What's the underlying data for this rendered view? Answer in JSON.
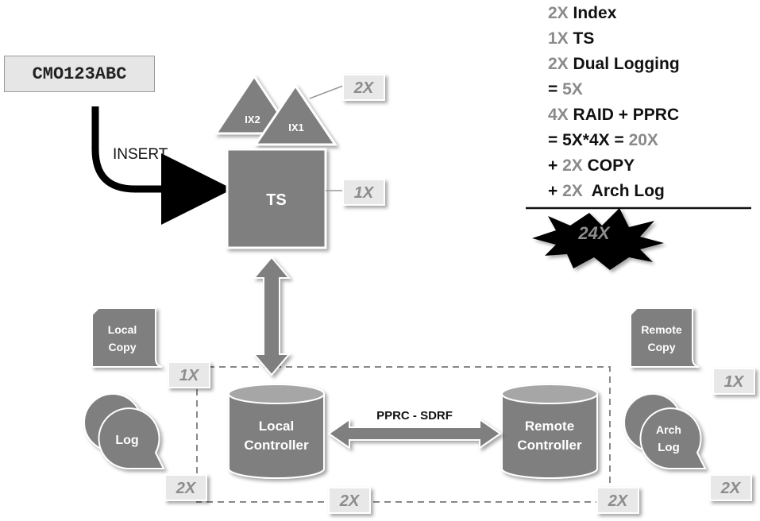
{
  "key_box": {
    "text": "CMO123ABC"
  },
  "insert_label": "INSERT",
  "nodes": {
    "ix1": "IX1",
    "ix2": "IX2",
    "ts": "TS",
    "local_controller": [
      "Local",
      "Controller"
    ],
    "remote_controller": [
      "Remote",
      "Controller"
    ],
    "local_copy": [
      "Local",
      "Copy"
    ],
    "remote_copy": [
      "Remote",
      "Copy"
    ],
    "log": "Log",
    "arch_log": [
      "Arch",
      "Log"
    ]
  },
  "link_label": "PPRC - SDRF",
  "multipliers": {
    "index": "2X",
    "ts": "1X",
    "local_copy": "1X",
    "remote_copy": "1X",
    "log": "2X",
    "arch_log": "2X",
    "local_controller": "2X",
    "remote_controller": "2X"
  },
  "calculation": [
    {
      "g": "2X",
      "t": " Index"
    },
    {
      "g": "1X",
      "t": " TS"
    },
    {
      "g": "2X",
      "t": " Dual Logging"
    },
    {
      "t": "= ",
      "g2": "5X"
    },
    {
      "g": "4X",
      "t": " RAID + PPRC"
    },
    {
      "t": "= 5X*4X = ",
      "g2": "20X"
    },
    {
      "t": "+ ",
      "g": "2X",
      "t2": " COPY"
    },
    {
      "t": "+ ",
      "g": "2X",
      "t2": "  Arch Log"
    }
  ],
  "total": "24X",
  "colors": {
    "shape_fill": "#7f7f7f",
    "shape_light": "#a6a6a6",
    "badge_fill": "#e8e8e8",
    "badge_text": "#8c8c8c",
    "burst_fill": "#000000",
    "burst_text": "#8c8c8c"
  }
}
